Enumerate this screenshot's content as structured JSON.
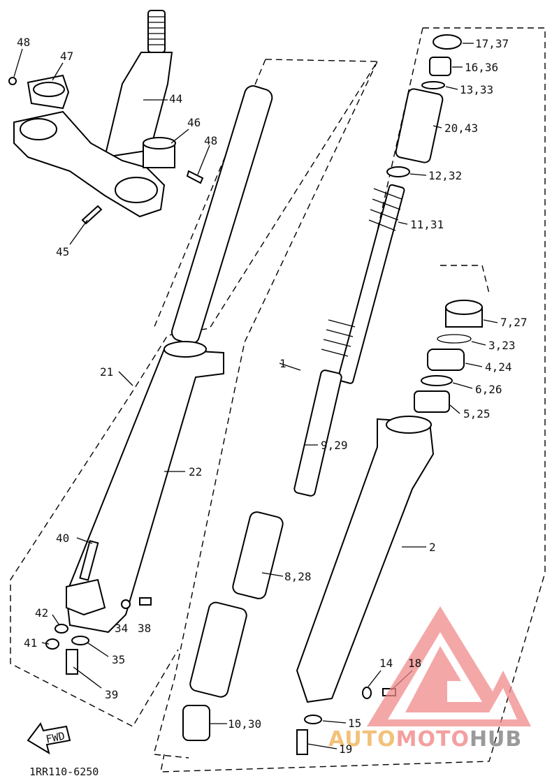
{
  "diagram": {
    "ref_code": "1RR110-6250",
    "fwd_label": "FWD",
    "watermark": {
      "part1": "AUTO",
      "part2": "MOTO",
      "part3": "HUB",
      "color1": "#f2c27a",
      "color2": "#f3a0a0",
      "color3": "#9a9a9a"
    },
    "labels": [
      {
        "id": "l48a",
        "text": "48"
      },
      {
        "id": "l47",
        "text": "47"
      },
      {
        "id": "l44",
        "text": "44"
      },
      {
        "id": "l46",
        "text": "46"
      },
      {
        "id": "l48b",
        "text": "48"
      },
      {
        "id": "l45",
        "text": "45"
      },
      {
        "id": "l17",
        "text": "17,37"
      },
      {
        "id": "l16",
        "text": "16,36"
      },
      {
        "id": "l13",
        "text": "13,33"
      },
      {
        "id": "l20",
        "text": "20,43"
      },
      {
        "id": "l12",
        "text": "12,32"
      },
      {
        "id": "l11",
        "text": "11,31"
      },
      {
        "id": "l7",
        "text": "7,27"
      },
      {
        "id": "l3",
        "text": "3,23"
      },
      {
        "id": "l4",
        "text": "4,24"
      },
      {
        "id": "l6",
        "text": "6,26"
      },
      {
        "id": "l5",
        "text": "5,25"
      },
      {
        "id": "l21",
        "text": "21"
      },
      {
        "id": "l1",
        "text": "1"
      },
      {
        "id": "l9",
        "text": "9,29"
      },
      {
        "id": "l22",
        "text": "22"
      },
      {
        "id": "l2",
        "text": "2"
      },
      {
        "id": "l40",
        "text": "40"
      },
      {
        "id": "l8",
        "text": "8,28"
      },
      {
        "id": "l42",
        "text": "42"
      },
      {
        "id": "l34",
        "text": "34"
      },
      {
        "id": "l38",
        "text": "38"
      },
      {
        "id": "l41",
        "text": "41"
      },
      {
        "id": "l35",
        "text": "35"
      },
      {
        "id": "l39",
        "text": "39"
      },
      {
        "id": "l14",
        "text": "14"
      },
      {
        "id": "l18",
        "text": "18"
      },
      {
        "id": "l10",
        "text": "10,30"
      },
      {
        "id": "l15",
        "text": "15"
      },
      {
        "id": "l19",
        "text": "19"
      }
    ]
  }
}
